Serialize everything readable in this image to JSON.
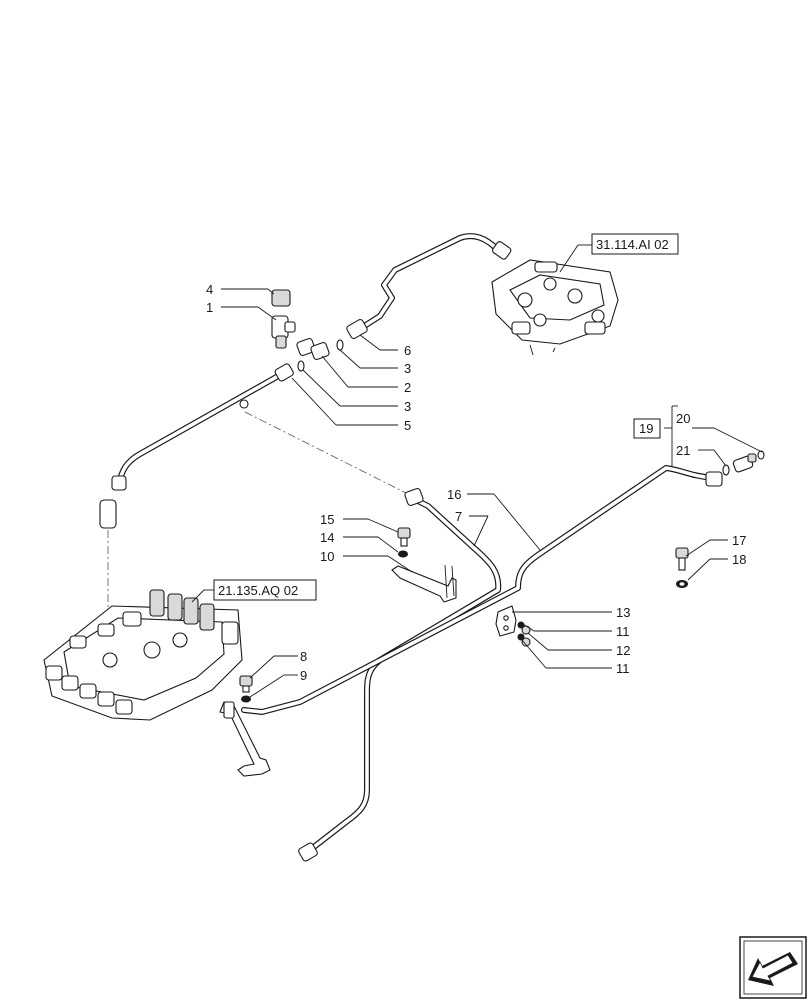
{
  "callouts": {
    "c4": "4",
    "c1": "1",
    "c6": "6",
    "c3a": "3",
    "c2": "2",
    "c3b": "3",
    "c5": "5",
    "c16": "16",
    "c7": "7",
    "c15": "15",
    "c14": "14",
    "c10": "10",
    "c20": "20",
    "c19": "19",
    "c21": "21",
    "c17": "17",
    "c18": "18",
    "c13": "13",
    "c11a": "11",
    "c12": "12",
    "c11b": "11",
    "c8": "8",
    "c9": "9"
  },
  "references": {
    "ref_top": "31.114.AI 02",
    "ref_left": "21.135.AQ 02"
  },
  "icons": {
    "nav": "arrow-back-icon"
  }
}
